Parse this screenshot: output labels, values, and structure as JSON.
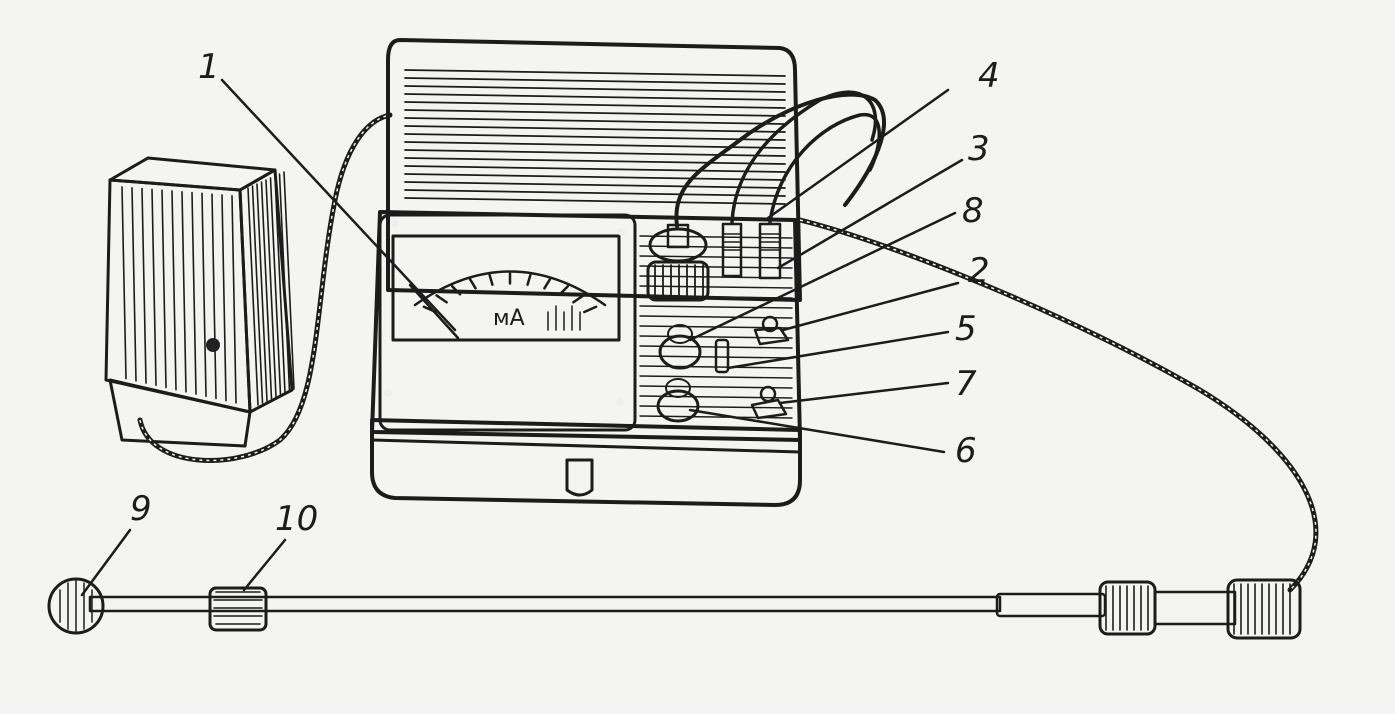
{
  "meter": {
    "unit_label": "мА"
  },
  "callouts": [
    {
      "id": "1",
      "label": "1"
    },
    {
      "id": "2",
      "label": "2"
    },
    {
      "id": "3",
      "label": "3"
    },
    {
      "id": "4",
      "label": "4"
    },
    {
      "id": "5",
      "label": "5"
    },
    {
      "id": "6",
      "label": "6"
    },
    {
      "id": "7",
      "label": "7"
    },
    {
      "id": "8",
      "label": "8"
    },
    {
      "id": "9",
      "label": "9"
    },
    {
      "id": "10",
      "label": "10"
    }
  ],
  "colors": {
    "ink": "#1c1c1c",
    "paper": "#f4f4f2"
  }
}
